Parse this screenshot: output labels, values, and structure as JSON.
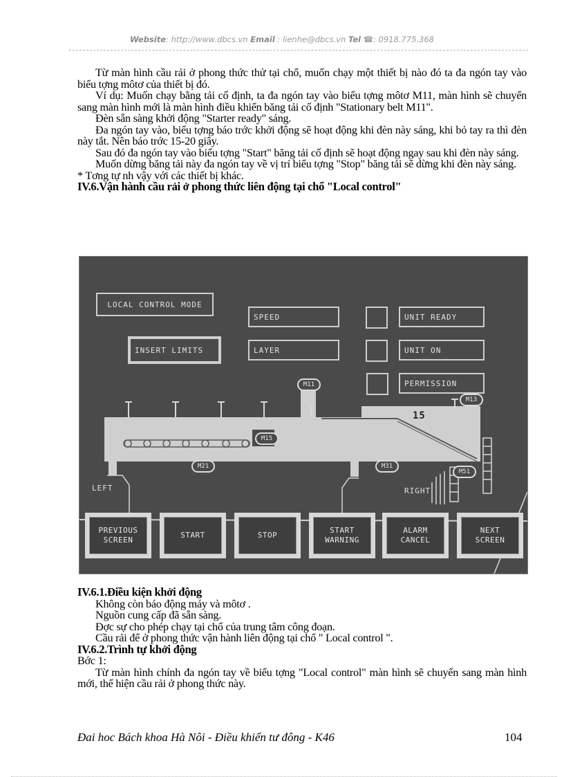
{
  "header": {
    "website_label": "Website",
    "website_value": ": http://www.dbcs.vn",
    "email_label": "Email",
    "email_value": ": lienhe@dbcs.vn",
    "tel_label": "Tel",
    "tel_icon": "phone-icon",
    "tel_value": ": 0918.775.368"
  },
  "intro_paragraphs": [
    "Từ màn hình cầu rải ở phong  thức thử tại chổ, muốn chạy một thiết bị nào đó ta đa  ngón tay vào biểu tợng  môtơ của thiết bị đó.",
    "Ví dụ: Muốn chạy bằng tải cố định, ta đa  ngón tay vào biểu tợng  môtơ M11, màn hình sẽ chuyển sang màn hình mới là màn hình điều khiển băng tải cố định \"Stationary belt M11\".",
    "Đèn sẵn sàng khởi động \"Starter ready\" sáng.",
    "Đa  ngón tay vào, biểu tợng  báo trớc  khởi động sẽ hoạt động khi đèn này sáng, khi bỏ tay ra thì đèn này tắt. Nên báo trớc  15-20 giây.",
    "Sau đó đa  ngón tay vào biểu tợng  \"Start\" băng tải cố định sẽ hoạt động ngay sau khi đèn này sáng.",
    "Muốn dừng băng tải này đa  ngón tay về vị trí biểu tợng  \"Stop\" băng tải sẽ dừng khi đèn này sáng."
  ],
  "note": "* Tơng  tự nh  vậy với các thiết bị khác.",
  "section_heading": "IV.6.Vận hành cầu rải ở phong  thức liên động tại chổ \"Local control\"",
  "screen": {
    "mode_label": "LOCAL CONTROL MODE",
    "insert_limits": "INSERT LIMITS",
    "speed": "SPEED",
    "layer": "LAYER",
    "status": [
      "UNIT READY",
      "UNIT ON",
      "PERMISSION"
    ],
    "motors": [
      "M11",
      "M13",
      "M15",
      "M21",
      "M31",
      "M51"
    ],
    "counter": "15",
    "left_label": "LEFT",
    "right_label": "RIGHT",
    "buttons": [
      "PREVIOUS\nSCREEN",
      "START",
      "STOP",
      "START\nWARNING",
      "ALARM\nCANCEL",
      "NEXT\nSCREEN"
    ]
  },
  "subsection1": {
    "heading": "IV.6.1.Điều kiện khởi động",
    "items": [
      "Không còn báo động máy và môtơ .",
      "Nguồn cung cấp đã sẵn sàng.",
      "Đợc  sự cho phép chạy tại chổ của trung tâm công đoạn.",
      "Cầu rải để ở phong  thức vận hành liên động tại chổ \" Local control \"."
    ]
  },
  "subsection2": {
    "heading": "IV.6.2.Trình tự khởi động",
    "step_label": "Bớc  1:",
    "step_text": "Từ màn hình chính đa  ngón tay về biểu tợng  \"Local control\" màn hình sẽ chuyển sang màn hình mới, thể hiện cầu rải ở phong  thức này."
  },
  "footer": {
    "text": "Đai hoc Bách khoa Hà Nôi - Điều khiển tư đông - K46",
    "page_number": "104"
  }
}
